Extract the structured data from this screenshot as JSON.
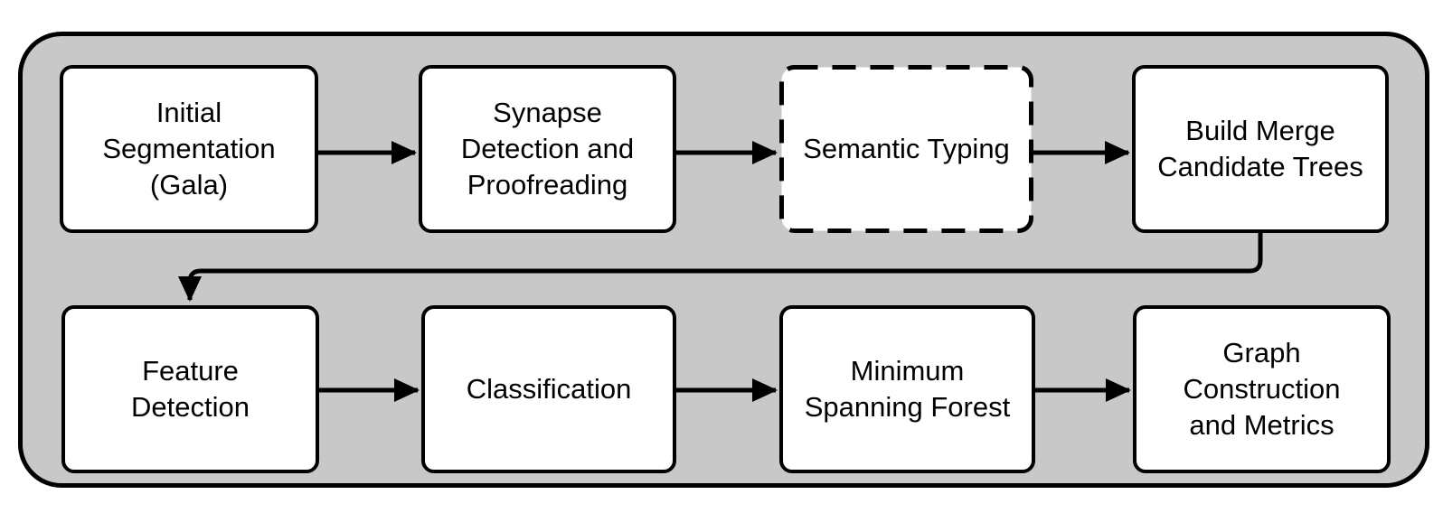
{
  "figure": {
    "type": "flowchart",
    "colors": {
      "canvas_bg": "#ffffff",
      "container_fill": "#c8c8c8",
      "node_fill": "#ffffff",
      "stroke": "#000000",
      "text": "#000000"
    },
    "nodes": [
      {
        "id": "initial-segmentation",
        "label": "Initial\nSegmentation\n(Gala)",
        "border_style": "solid",
        "row": 1
      },
      {
        "id": "synapse-detection-proofreading",
        "label": "Synapse\nDetection and\nProofreading",
        "border_style": "solid",
        "row": 1
      },
      {
        "id": "semantic-typing",
        "label": "Semantic Typing",
        "border_style": "dashed",
        "row": 1
      },
      {
        "id": "build-merge-candidate-trees",
        "label": "Build Merge\nCandidate Trees",
        "border_style": "solid",
        "row": 1
      },
      {
        "id": "feature-detection",
        "label": "Feature\nDetection",
        "border_style": "solid",
        "row": 2
      },
      {
        "id": "classification",
        "label": "Classification",
        "border_style": "solid",
        "row": 2
      },
      {
        "id": "minimum-spanning-forest",
        "label": "Minimum\nSpanning Forest",
        "border_style": "solid",
        "row": 2
      },
      {
        "id": "graph-construction-metrics",
        "label": "Graph\nConstruction\nand Metrics",
        "border_style": "solid",
        "row": 2
      }
    ],
    "edges": [
      {
        "from": "initial-segmentation",
        "to": "synapse-detection-proofreading"
      },
      {
        "from": "synapse-detection-proofreading",
        "to": "semantic-typing"
      },
      {
        "from": "semantic-typing",
        "to": "build-merge-candidate-trees"
      },
      {
        "from": "build-merge-candidate-trees",
        "to": "feature-detection"
      },
      {
        "from": "feature-detection",
        "to": "classification"
      },
      {
        "from": "classification",
        "to": "minimum-spanning-forest"
      },
      {
        "from": "minimum-spanning-forest",
        "to": "graph-construction-metrics"
      }
    ]
  }
}
